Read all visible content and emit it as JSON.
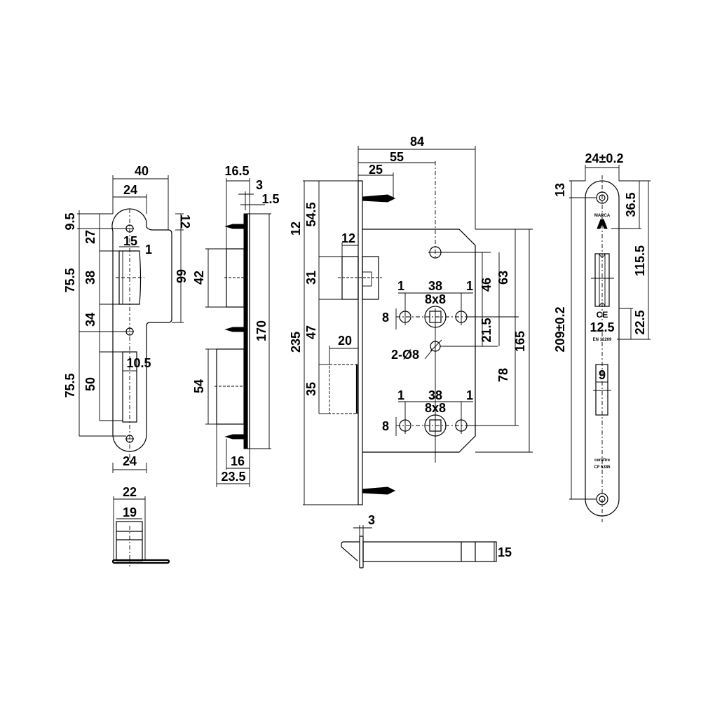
{
  "title": "Mortise lock technical drawing",
  "views": {
    "strike_plate": {
      "dims": {
        "width_total": "40",
        "width_plate": "24",
        "top_offset": "9.5",
        "tab_height": "12",
        "hole_to_latch": "27",
        "latch_width": "15",
        "latch_step": "1",
        "latch_height": "38",
        "upper_pitch": "75.5",
        "tab_length": "66",
        "latch_to_hole": "34",
        "bolt_width": "10.5",
        "bolt_height": "50",
        "lower_pitch": "75.5",
        "bottom_width": "24"
      }
    },
    "strike_box": {
      "dims": {
        "width_outer": "22",
        "width_inner": "19"
      }
    },
    "side_view": {
      "dims": {
        "depth": "16.5",
        "plate_thickness": "3",
        "faceplate": "1.5",
        "latch_height": "42",
        "body_height": "170",
        "bolt_height": "54",
        "bolt_projection": "16",
        "total_projection": "23.5"
      }
    },
    "lock_body": {
      "dims": {
        "overall_width": "84",
        "backset": "55",
        "screw_depth": "25",
        "top_margin": "12",
        "latch_offset": "54.5",
        "latch_projection": "12",
        "latch_height": "31",
        "overall_height": "235",
        "latch_to_bolt": "47",
        "bolt_projection": "20",
        "bolt_height": "35",
        "spindle_spacing": "38",
        "spindle_gap_left": "1",
        "spindle_gap_right": "1",
        "spindle_square": "8x8",
        "hole_diameter": "8",
        "fixing_holes": "2-Ø8",
        "dist_46": "46",
        "dist_63": "63",
        "dist_21_5": "21.5",
        "body_height": "165",
        "center_distance": "78",
        "lower_spindle_spacing": "38",
        "lower_gap_left": "1",
        "lower_gap_right": "1",
        "lower_spindle_square": "8x8",
        "lower_hole_diameter": "8"
      }
    },
    "latch_bolt": {
      "dims": {
        "plate": "3",
        "height": "15"
      }
    },
    "faceplate": {
      "dims": {
        "width": "24±0.2",
        "hole_offset": "13",
        "logo_offset": "36.5",
        "latch_span": "115.5",
        "length": "209±0.2",
        "ce_offset": "22.5",
        "latch_gap": "12.5",
        "bolt_width": "9"
      },
      "markings": {
        "logo_top": "MARCA",
        "ce": "CE",
        "standard": "EN 12209",
        "cert_line1": "certifire",
        "cert_line2": "CF 5385"
      }
    }
  }
}
